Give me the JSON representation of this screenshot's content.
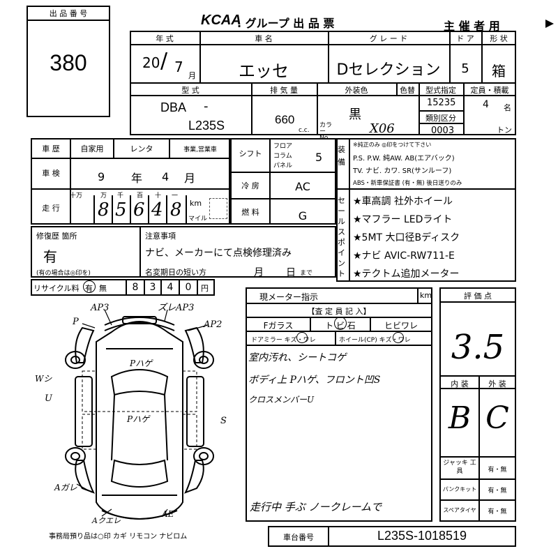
{
  "header": {
    "entry_no_label": "出 品 番 号",
    "entry_no": "380",
    "title_logo": "KCAA",
    "title": ". グループ 出 品 票",
    "organizer": "主 催 者 用"
  },
  "row1_labels": {
    "year": "年 式",
    "car_name": "車 名",
    "grade": "グ レ ー ド",
    "doors": "ド ア",
    "shape": "形 状"
  },
  "row1_values": {
    "year": "20",
    "month": "7",
    "month_unit": "月",
    "car_name": "エッセ",
    "grade": "Dセレクション",
    "doors": "5",
    "shape": "箱"
  },
  "row2_labels": {
    "model": "型 式",
    "displacement": "排 気 量",
    "exterior_color": "外装色",
    "color_change": "色替",
    "model_designation": "型式指定",
    "capacity": "定員・積載",
    "category": "類別区分",
    "cc": "c.c.",
    "color_no": "カラー No."
  },
  "row2_values": {
    "model_prefix": "DBA",
    "model_dash": "-",
    "model_code": "L235S",
    "displacement": "660",
    "color": "黒",
    "color_code": "X06",
    "model_designation": "15235",
    "category": "0003",
    "capacity": "4",
    "capacity_unit": "名",
    "load_unit": "トン"
  },
  "history": {
    "label": "車 歴",
    "options": [
      "自家用",
      "レンタ",
      "事業,営業車"
    ]
  },
  "inspection": {
    "label": "車 検",
    "year": "9",
    "year_unit": "年",
    "month": "4",
    "month_unit": "月"
  },
  "mileage": {
    "label": "走 行",
    "digit_labels": [
      "十万",
      "万",
      "千",
      "百",
      "十",
      "一"
    ],
    "digits": [
      "8",
      "5",
      "6",
      "4",
      "8"
    ],
    "unit_km": "km",
    "unit_mile": "マイル"
  },
  "shift": {
    "label": "シフト",
    "options": [
      "フロア",
      "コラム",
      "パネル"
    ],
    "value": "5"
  },
  "ac": {
    "label": "冷 房",
    "value": "AC"
  },
  "fuel": {
    "label": "燃 料",
    "value": "G"
  },
  "equipment": {
    "label": "装 備",
    "note": "※純正のみ ◎印をつけて下さい",
    "line1": "P.S. P.W. 純AW. AB(エアバック)",
    "line2": "TV. ナビ. カワ. SR(サンルーフ)",
    "line3": "ABS・新車保証書 (有・無) 後日送りのみ"
  },
  "selling_points": {
    "label": "セールスポイント",
    "items": [
      "★車高調 社外ホイール",
      "★マフラー LEDライト",
      "★5MT 大口径Bディスク",
      "★ナビ AVIC-RW711-E",
      "★テクトム追加メーター"
    ]
  },
  "repair": {
    "label": "修復歴 箇所",
    "value": "有",
    "note": "(有の場合は◎印を)"
  },
  "notices": {
    "label": "注意事項",
    "text": "ナビ、メーカーにて点検修理済み",
    "name_change_label": "名変期日の短い方",
    "month_unit": "月",
    "day_unit": "日",
    "until": "まで"
  },
  "recycle": {
    "label": "リサイクル料",
    "yes": "有",
    "no": "無",
    "digits": [
      "8",
      "3",
      "4",
      "0"
    ],
    "unit": "円"
  },
  "meter": {
    "label": "現メーター指示",
    "unit": "km"
  },
  "inspector": {
    "header": "【査 定 員 記 入】",
    "glass": "Fガラス",
    "crack": "ト ビ 石",
    "crack_line": "ヒビワレ",
    "door_mirror": "ドアミラー キズ・ワレ",
    "wheel": "ホイール(CP) キズ・ワレ",
    "notes": [
      "室内汚れ、シートコゲ",
      "ボディ上 Pハゲ、フロント凹S",
      "クロスメンバーU"
    ],
    "bottom": "走行中 手ぶ ノークレームで"
  },
  "evaluation": {
    "label": "評 価 点",
    "score": "3.5",
    "interior_label": "内 装",
    "exterior_label": "外 装",
    "interior_grade": "B",
    "exterior_grade": "C"
  },
  "tools": [
    {
      "label": "ジャッキ 工 具",
      "value": "有・無"
    },
    {
      "label": "パンクキット",
      "value": "有・無"
    },
    {
      "label": "スペアタイヤ",
      "value": "有・無"
    }
  ],
  "diagram_marks": {
    "front_left": "AP3",
    "front_right": "ズレAP3",
    "p_left": "P",
    "p_right": "AP2",
    "hood": "Pハゲ",
    "roof": "Pハゲ",
    "side_left": "Wシ",
    "side_left2": "U",
    "side_right": "S",
    "rear_left": "Aガレ",
    "rear_center": "Aクエレ",
    "rear_right": "AE"
  },
  "footer": {
    "storage_note": "事務局預り品は○印 カギ リモコン ナビロム",
    "chassis_label": "車台番号",
    "chassis_no": "L235S-1018519"
  }
}
